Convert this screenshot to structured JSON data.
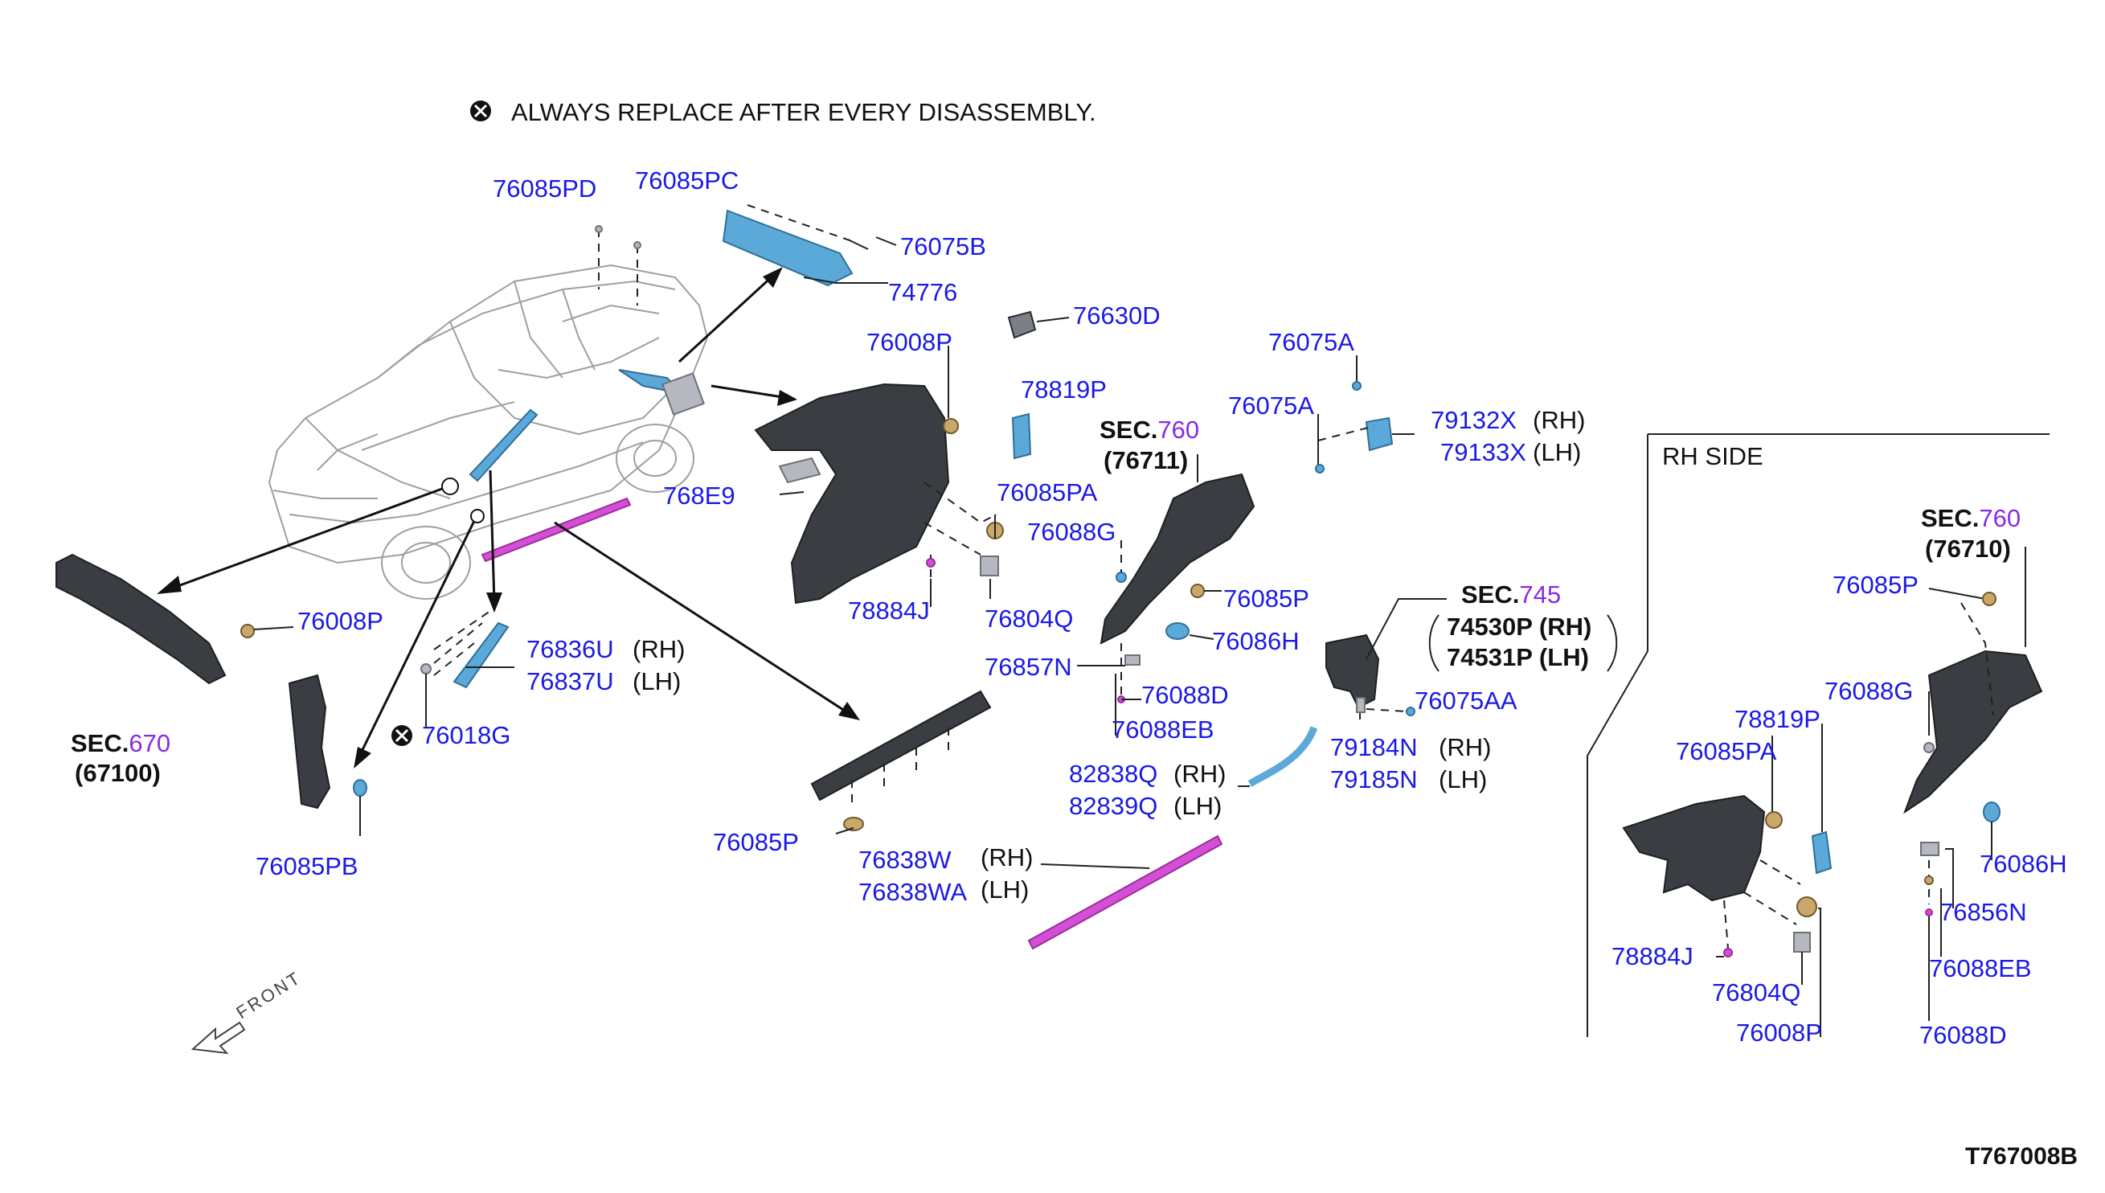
{
  "header": {
    "note_symbol": "⊗",
    "note": "ALWAYS REPLACE AFTER EVERY DISASSEMBLY."
  },
  "labels": {
    "p76085PD": "76085PD",
    "p76085PC": "76085PC",
    "p76075B": "76075B",
    "p74776": "74776",
    "p76630D": "76630D",
    "p76008P_a": "76008P",
    "p78819P_a": "78819P",
    "p76075A_a": "76075A",
    "p76075A_b": "76075A",
    "p79132X": "79132X",
    "p79133X": "79133X",
    "p768E9": "768E9",
    "p76085PA_a": "76085PA",
    "p76088G_a": "76088G",
    "p76085P_a": "76085P",
    "p78884J_a": "78884J",
    "p76804Q_a": "76804Q",
    "p76086H_a": "76086H",
    "p76008P_b": "76008P",
    "p76857N": "76857N",
    "p76088D_a": "76088D",
    "p76088EB_a": "76088EB",
    "p76836U": "76836U",
    "p76837U": "76837U",
    "p76018G": "76018G",
    "p76075AA": "76075AA",
    "p79184N": "79184N",
    "p79185N": "79185N",
    "p82838Q": "82838Q",
    "p82839Q": "82839Q",
    "p76085PB": "76085PB",
    "p76085P_b": "76085P",
    "p76838W": "76838W",
    "p76838WA": "76838WA",
    "p76085P_c": "76085P",
    "p76088G_b": "76088G",
    "p78819P_b": "78819P",
    "p76085PA_b": "76085PA",
    "p76086H_b": "76086H",
    "p76856N": "76856N",
    "p78884J_b": "78884J",
    "p76088EB_b": "76088EB",
    "p76804Q_b": "76804Q",
    "p76008P_c": "76008P",
    "p76088D_b": "76088D"
  },
  "side_tags": {
    "rh": "(RH)",
    "lh": "(LH)"
  },
  "sections": {
    "sec_prefix": "SEC.",
    "sec760_a": {
      "num": "760",
      "ref": "(76711)"
    },
    "sec745": {
      "num": "745",
      "ref_rh": "74530P (RH)",
      "ref_lh": "74531P (LH)"
    },
    "sec670": {
      "num": "670",
      "ref": "(67100)"
    },
    "sec760_b": {
      "num": "760",
      "ref": "(76710)"
    }
  },
  "rh_side": "RH SIDE",
  "front": "FRONT",
  "figure_code": "T767008B",
  "colors": {
    "part_no": "#1a1ae6",
    "section_no": "#8a2be2",
    "text": "#111111"
  }
}
